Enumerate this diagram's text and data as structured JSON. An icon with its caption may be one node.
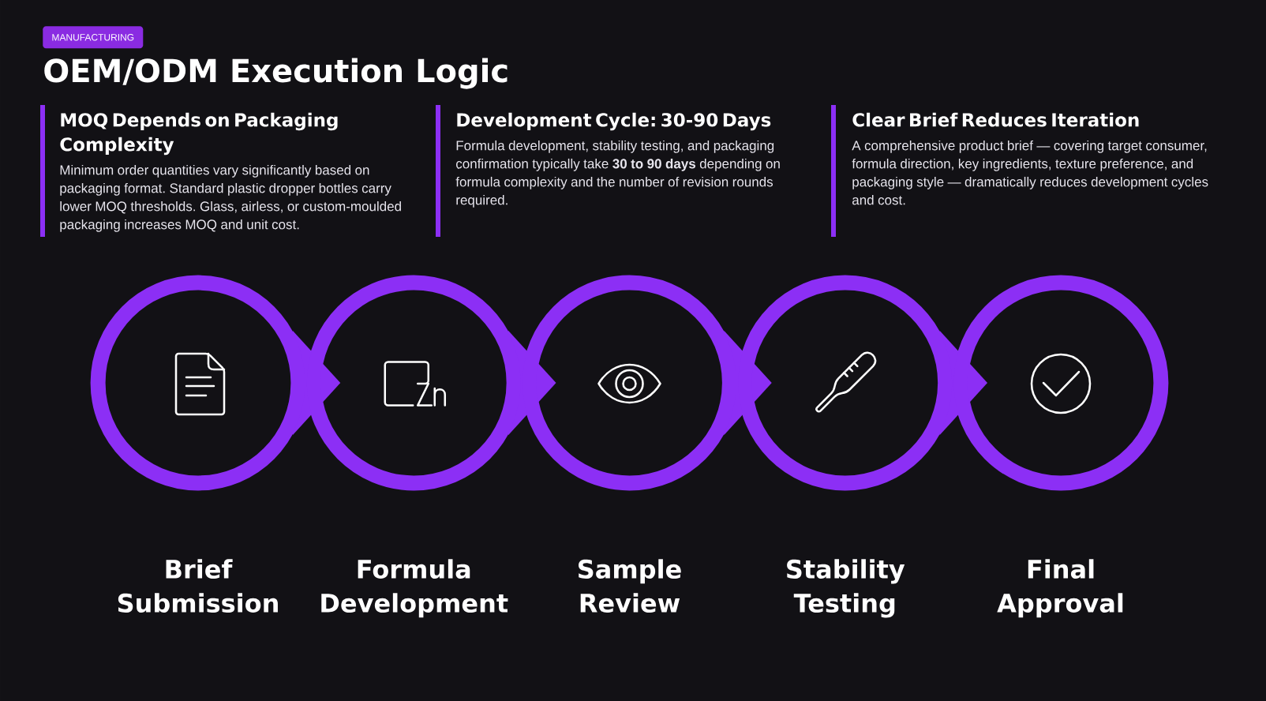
{
  "diagram": {
    "title": "OEM/ODM Execution Logic",
    "nodes": [
      {
        "text": [
          "MANUFACTURING"
        ]
      },
      {
        "text": [
          "MOQ Depends on Packaging Complexity",
          "Minimum order quantities vary significantly based on packaging format. Standard plastic dropper bottles carry lower MOQ thresholds. Glass, airless, or custom-moulded packaging increases MOQ and unit cost."
        ]
      },
      {
        "text": [
          "Development Cycle: 30-90 Days",
          "Formula development, stability testing, and packaging confirmation typically take **30 to 90 days** depending on formula complexity and the number of revision rounds required."
        ]
      },
      {
        "text": [
          "Clear Brief Reduces Iteration",
          "A comprehensive product brief — covering target consumer, formula direction, key ingredients, texture preference, and packaging style — dramatically reduces development cycles and cost."
        ]
      },
      {
        "text": [
          "Brief Submission"
        ]
      },
      {
        "text": [
          "Formula Development"
        ]
      },
      {
        "text": [
          "Sample Review"
        ]
      },
      {
        "text": [
          "Stability Testing"
        ]
      },
      {
        "text": [
          "Final Approval"
        ]
      }
    ],
    "edges": [
      {
        "from": 4,
        "to": 5,
        "arrow": "to"
      },
      {
        "from": 5,
        "to": 6,
        "arrow": "to"
      },
      {
        "from": 6,
        "to": 7,
        "arrow": "to"
      },
      {
        "from": 7,
        "to": 8,
        "arrow": "to"
      }
    ]
  }
}
